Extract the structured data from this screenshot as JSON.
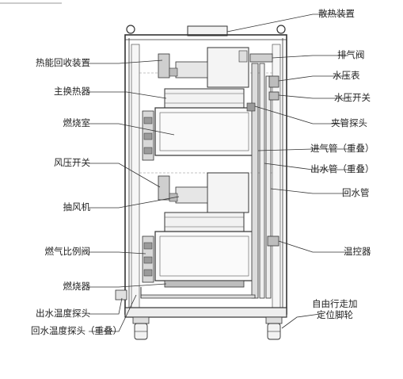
{
  "labels_left": [
    "热能回收装置",
    "主换热器",
    "燃烧室",
    "风压开关",
    "抽风机",
    "燃气比例阀",
    "燃烧器",
    "出水温度探头",
    "回水温度探头（重叠）"
  ],
  "labels_right": [
    "散热装置",
    "排气阀",
    "水压表",
    "水压开关",
    "夹管探头",
    "进气管（重叠）",
    "出水管（重叠）",
    "回水管",
    "温控器",
    "自由行走加",
    "定位脚轮"
  ],
  "colors": {
    "line": "#333333",
    "fill_light": "#f2f2f2",
    "fill_mid": "#dcdcdc",
    "fill_dark": "#9a9a9a"
  }
}
